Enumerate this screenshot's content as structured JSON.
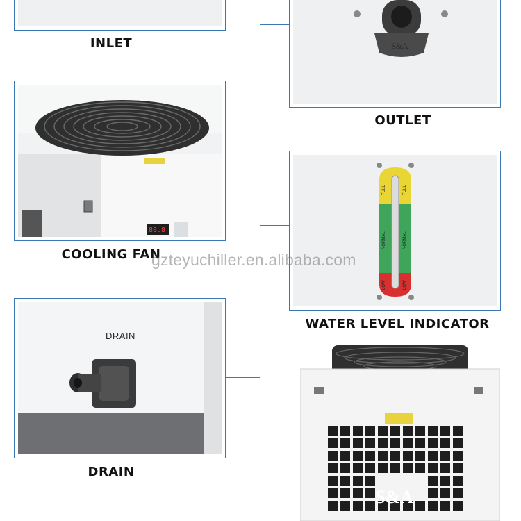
{
  "labels": {
    "inlet": "INLET",
    "outlet": "OUTLET",
    "cooling_fan": "COOLING FAN",
    "water_level_indicator": "WATER LEVEL INDICATOR",
    "drain": "DRAIN"
  },
  "drain_panel_text": "DRAIN",
  "gauge": {
    "top_text": "FULL",
    "middle_text": "NORMAL",
    "bottom_text": "LOW"
  },
  "brand_logo": "S&A",
  "watermark": "gzteyuchiller.en.alibaba.com",
  "colors": {
    "frame_border": "#3a78b5",
    "gauge_yellow": "#e9d634",
    "gauge_green": "#3fa55a",
    "gauge_red": "#d8302f"
  }
}
